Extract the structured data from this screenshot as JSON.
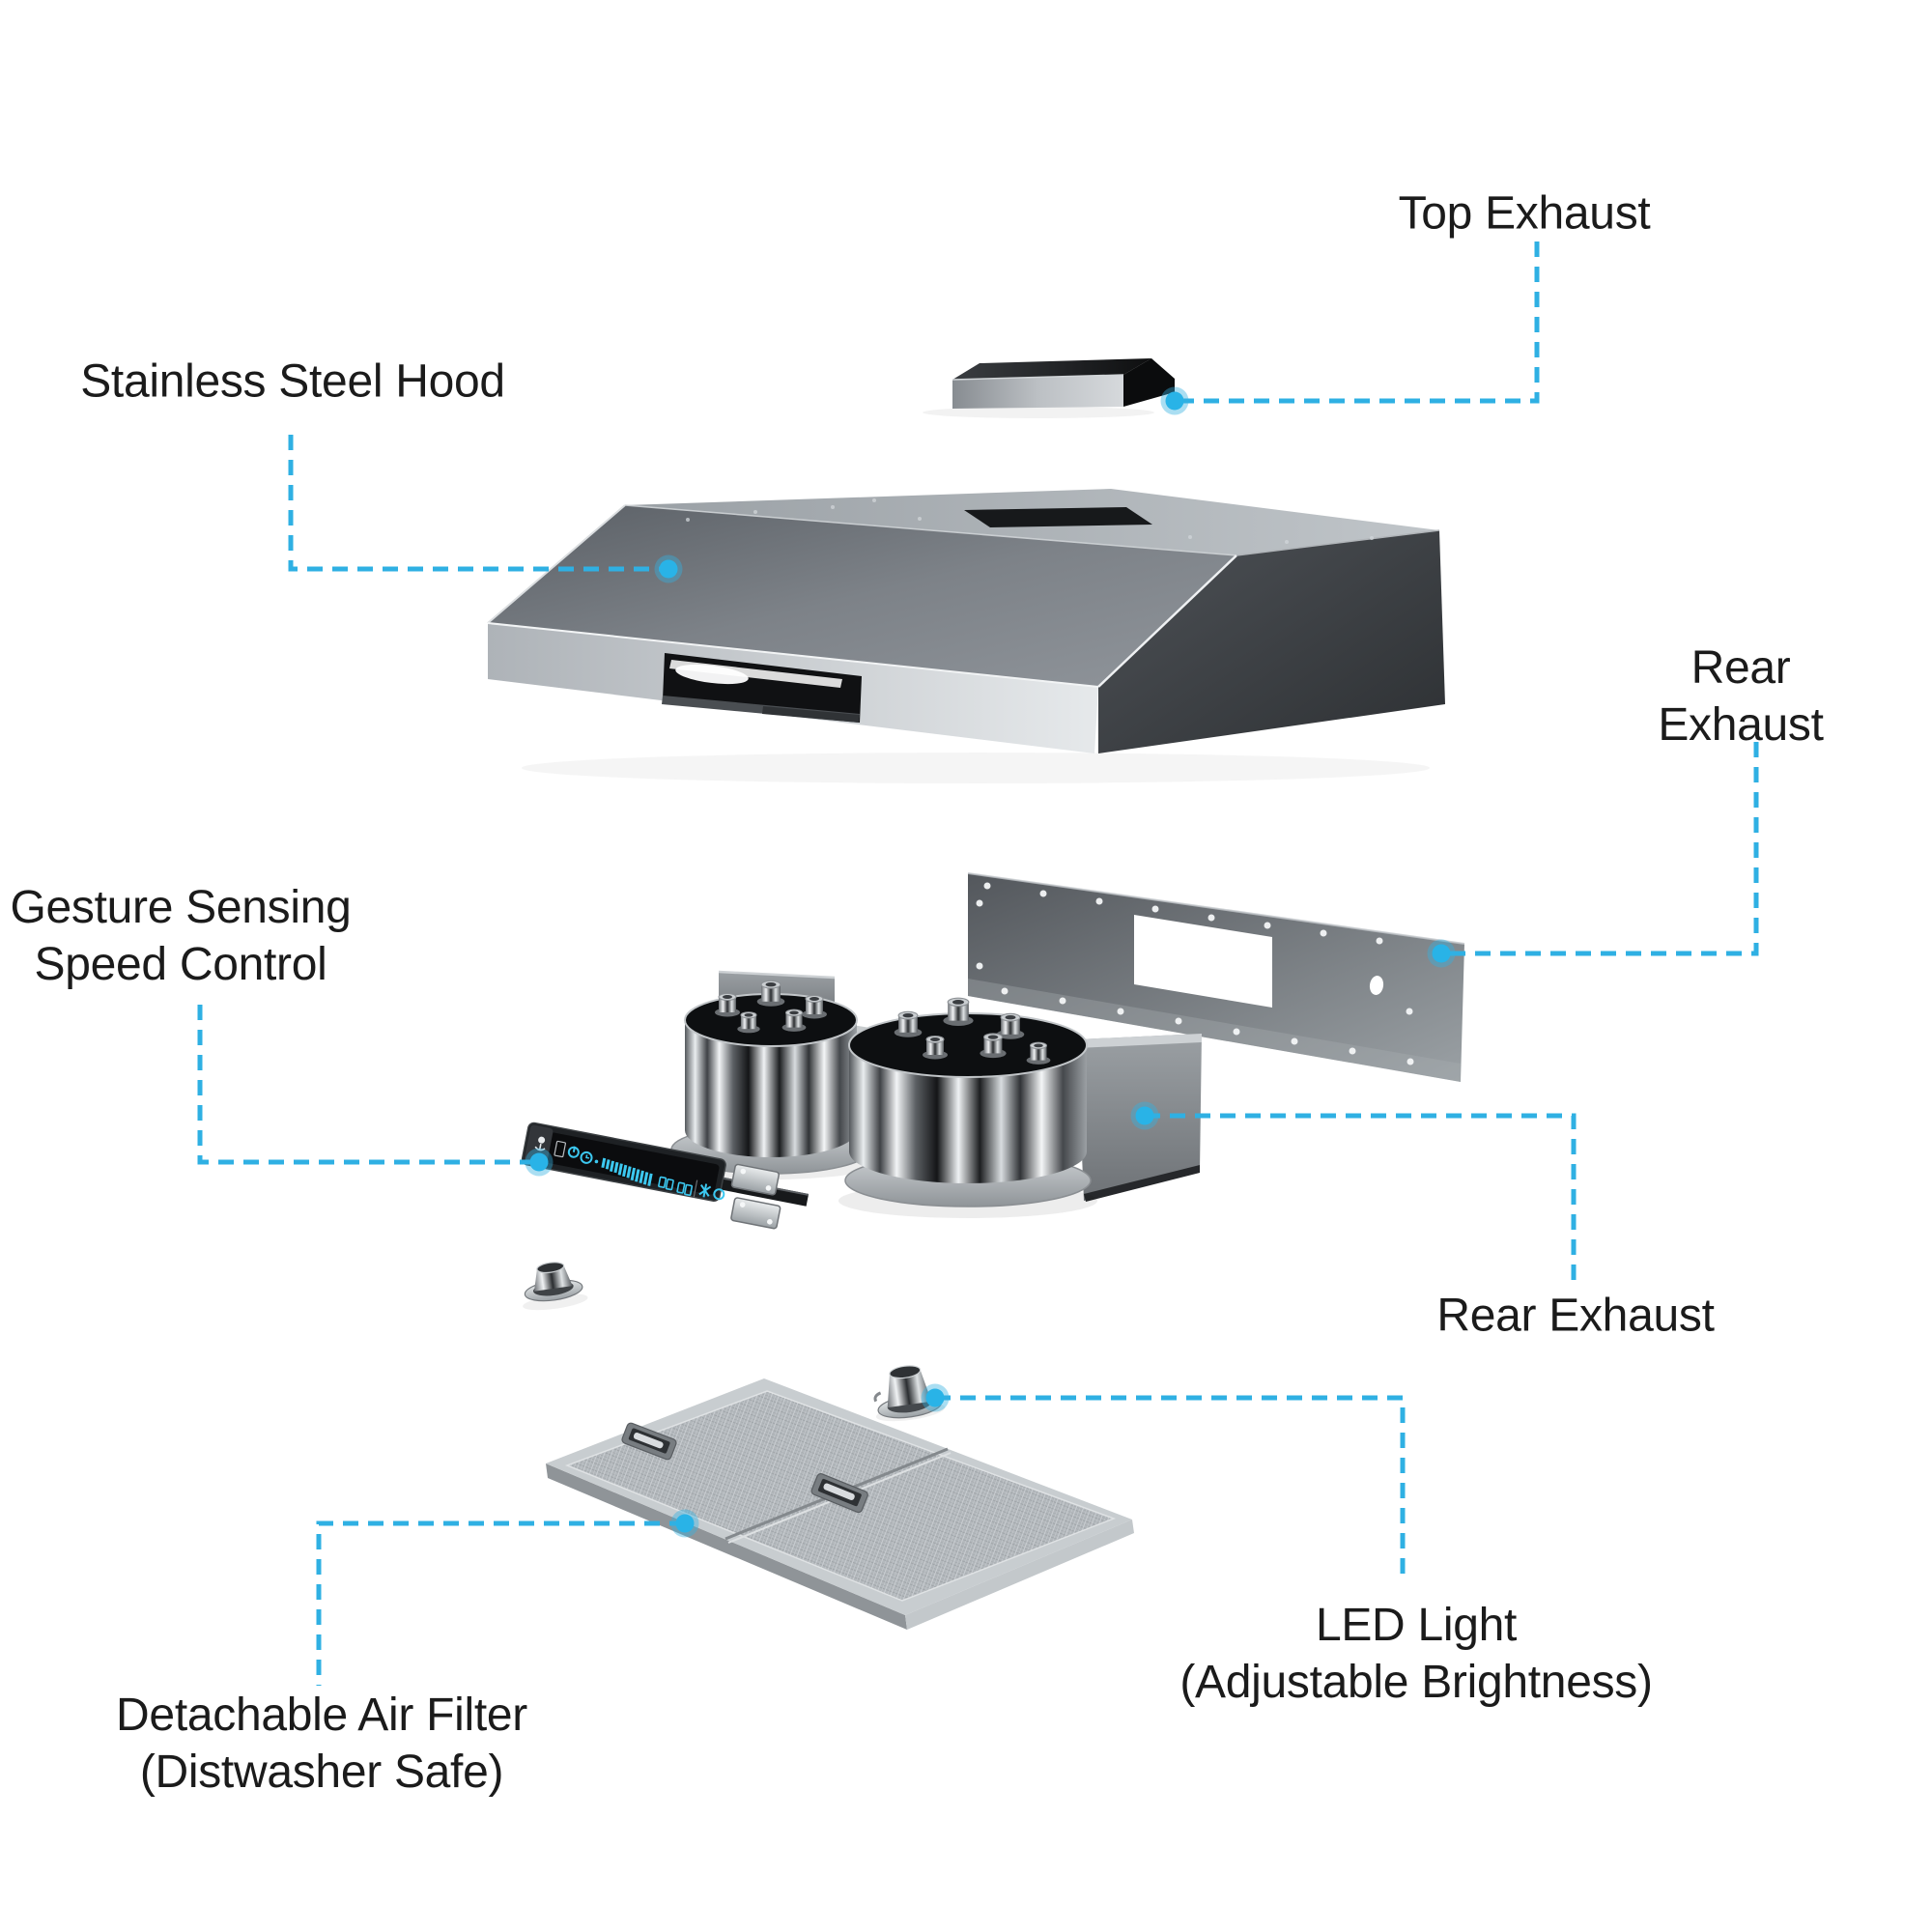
{
  "diagram": {
    "background": "#ffffff",
    "accent_color": "#2fb0e3",
    "dot_core_color": "#29b3e7",
    "dot_halo_color": "#35b1e0",
    "text_color": "#1b1b1b",
    "callouts": [
      {
        "id": "top-exhaust",
        "label": "Top Exhaust"
      },
      {
        "id": "stainless-steel-hood",
        "label": "Stainless Steel Hood"
      },
      {
        "id": "rear-exhaust-upper",
        "label": "Rear Exhaust"
      },
      {
        "id": "gesture-sensing-speed-control",
        "label": "Gesture Sensing\nSpeed Control"
      },
      {
        "id": "rear-exhaust-lower",
        "label": "Rear Exhaust"
      },
      {
        "id": "led-light",
        "label": "LED Light\n(Adjustable Brightness)"
      },
      {
        "id": "detachable-air-filter",
        "label": "Detachable Air Filter\n(Distwasher Safe)"
      }
    ]
  }
}
